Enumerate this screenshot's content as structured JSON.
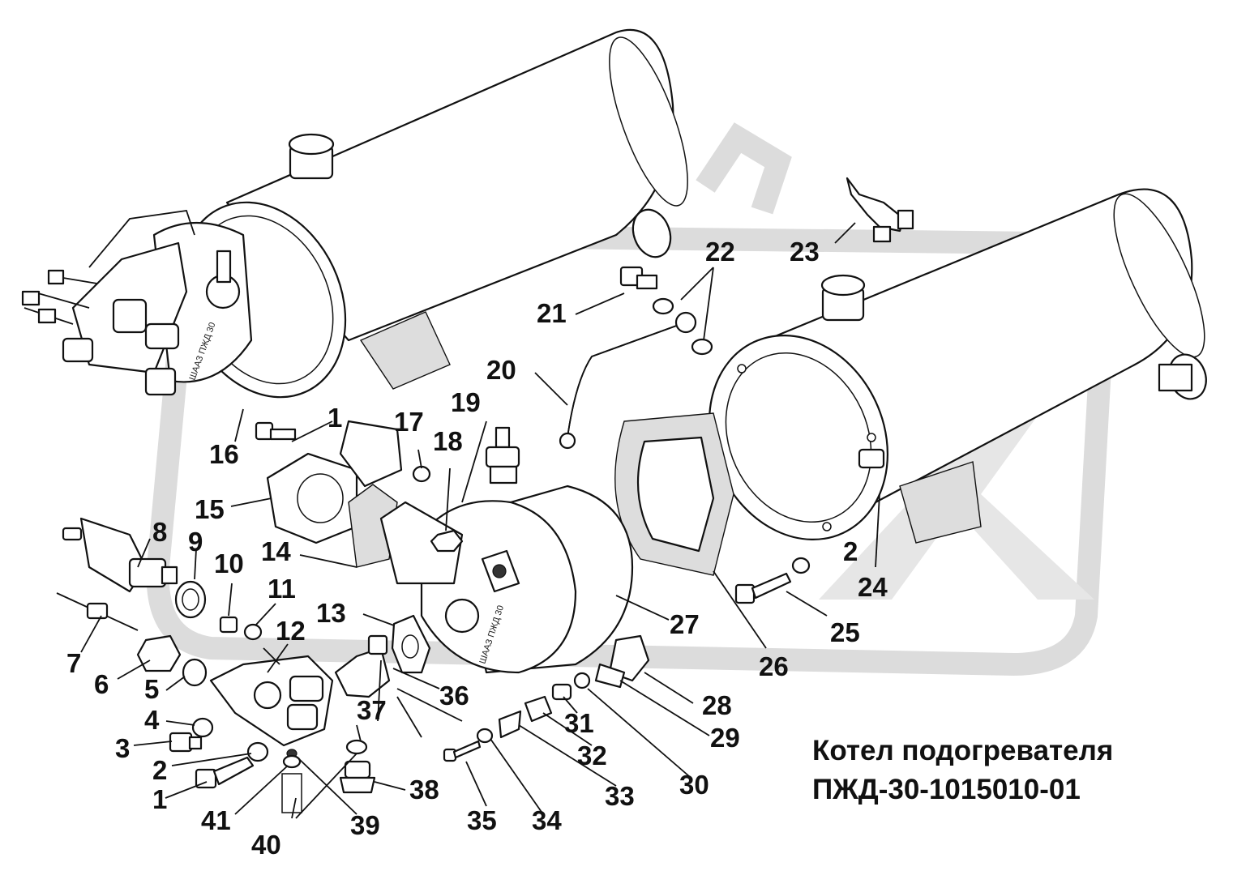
{
  "title": {
    "line1": "Котел подогревателя",
    "line2": "ПЖД-30-1015010-01"
  },
  "stamps": [
    "ШААЗ ПЖД 30",
    "ШААЗ ПЖД 30"
  ],
  "callouts": [
    "1",
    "1",
    "2",
    "2",
    "3",
    "4",
    "5",
    "6",
    "7",
    "8",
    "9",
    "10",
    "11",
    "12",
    "13",
    "14",
    "15",
    "16",
    "17",
    "18",
    "19",
    "20",
    "21",
    "22",
    "23",
    "24",
    "25",
    "26",
    "27",
    "28",
    "29",
    "30",
    "31",
    "32",
    "33",
    "34",
    "35",
    "36",
    "37",
    "38",
    "39",
    "40",
    "41"
  ],
  "colors": {
    "background": "#ffffff",
    "watermark": "#d9d9d9",
    "ink": "#111111"
  }
}
